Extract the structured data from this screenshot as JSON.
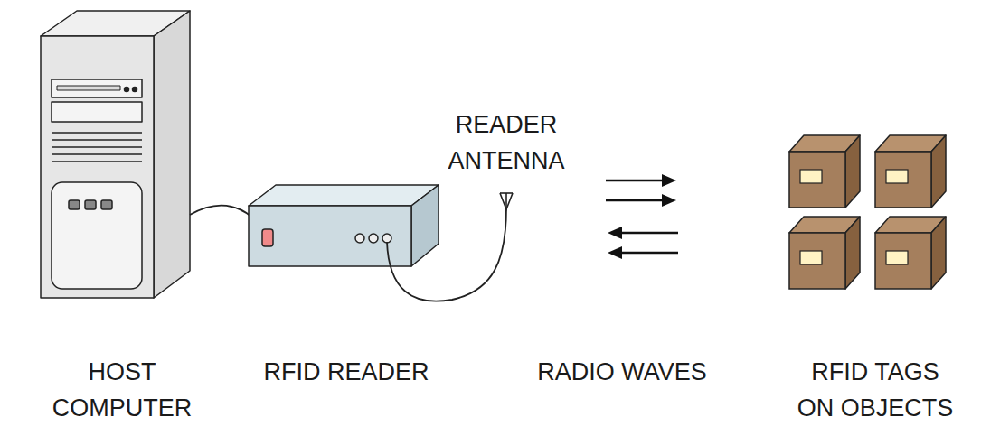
{
  "diagram": {
    "labels": [
      "READER ANTENNA",
      "HOST COMPUTER",
      "RFID READER",
      "RADIO WAVES",
      "RFID TAGS ON OBJECTS"
    ]
  }
}
